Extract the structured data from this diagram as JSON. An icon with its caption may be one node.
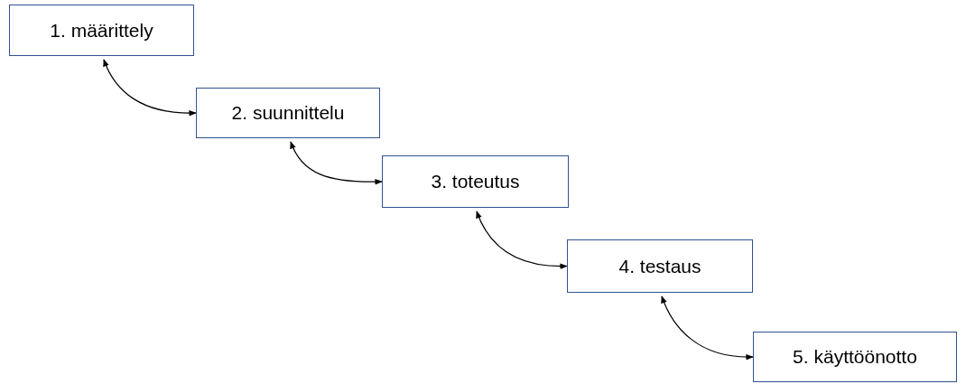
{
  "diagram": {
    "nodes": [
      {
        "text": [
          "1. määrittely"
        ]
      },
      {
        "text": [
          "2. suunnittelu"
        ]
      },
      {
        "text": [
          "3. toteutus"
        ]
      },
      {
        "text": [
          "4. testaus"
        ]
      },
      {
        "text": [
          "5. käyttöönotto"
        ]
      }
    ],
    "edges": [
      {
        "from": 0,
        "to": 1,
        "arrow": "both"
      },
      {
        "from": 1,
        "to": 2,
        "arrow": "both"
      },
      {
        "from": 2,
        "to": 3,
        "arrow": "both"
      },
      {
        "from": 3,
        "to": 4,
        "arrow": "both"
      }
    ]
  }
}
